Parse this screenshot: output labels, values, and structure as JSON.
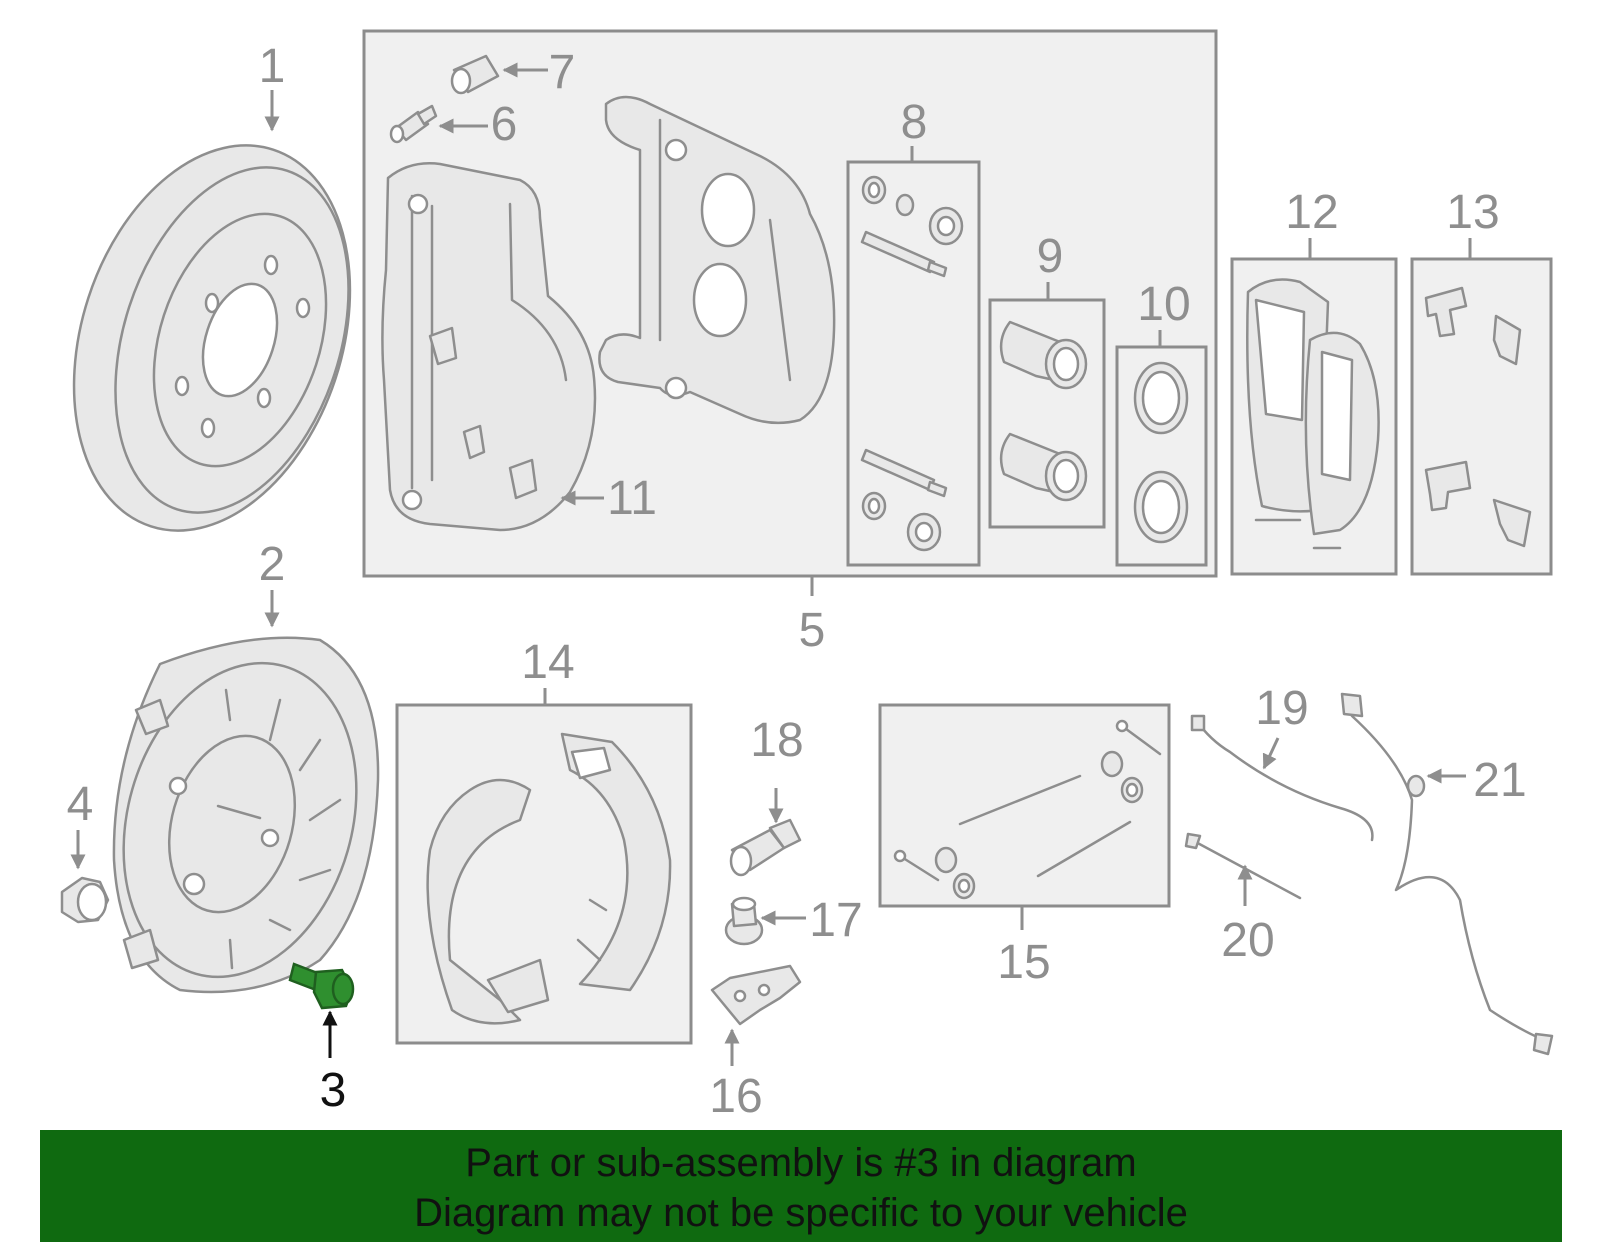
{
  "highlighted_part": "3",
  "callouts": {
    "c1": "1",
    "c2": "2",
    "c3": "3",
    "c4": "4",
    "c5": "5",
    "c6": "6",
    "c7": "7",
    "c8": "8",
    "c9": "9",
    "c10": "10",
    "c11": "11",
    "c12": "12",
    "c13": "13",
    "c14": "14",
    "c15": "15",
    "c16": "16",
    "c17": "17",
    "c18": "18",
    "c19": "19",
    "c20": "20",
    "c21": "21"
  },
  "colors": {
    "highlight_part": "#2f8f2f",
    "banner_background": "#0f6a10",
    "line_art": "#8e8e8e",
    "highlight_callout": "#111111"
  },
  "banner": {
    "line1": "Part or sub-assembly is #3 in diagram",
    "line2": "Diagram may not be specific to your vehicle"
  }
}
